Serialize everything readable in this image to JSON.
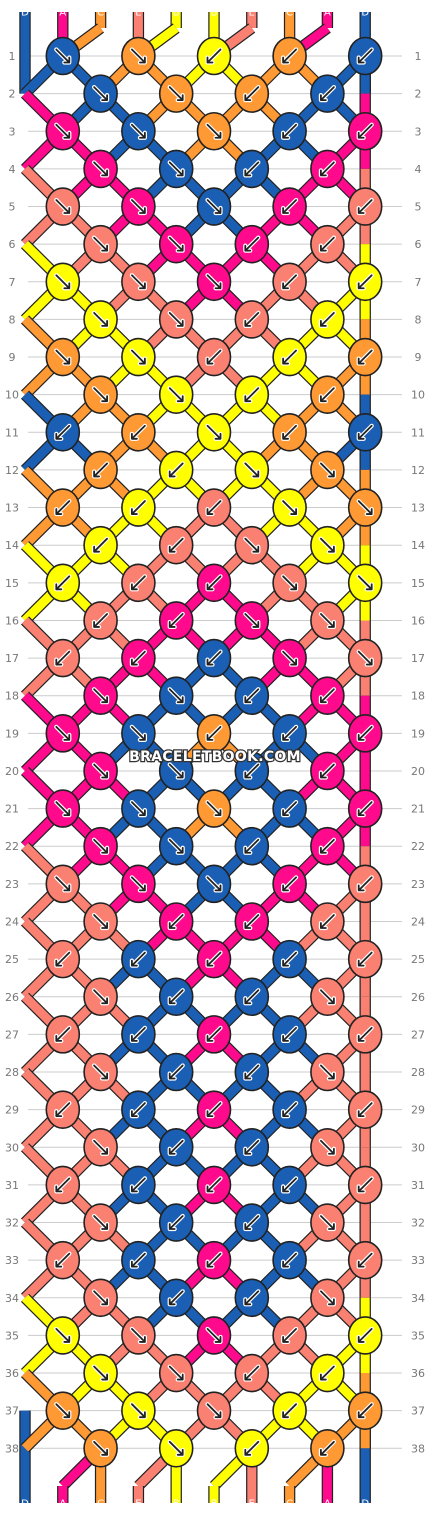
{
  "watermark": "BRACELETBOOK.COM",
  "colors": {
    "D": "#1a5fb4",
    "A": "#ff0a8c",
    "C": "#ff9933",
    "E": "#fa8072",
    "B": "#ffff00"
  },
  "strings": {
    "top": [
      "D",
      "A",
      "C",
      "E",
      "B",
      "B",
      "E",
      "C",
      "A",
      "D"
    ],
    "bottom": [
      "D",
      "A",
      "C",
      "E",
      "B",
      "B",
      "E",
      "C",
      "A",
      "D"
    ]
  },
  "row_labels": [
    "1",
    "2",
    "3",
    "4",
    "5",
    "6",
    "7",
    "8",
    "9",
    "10",
    "11",
    "12",
    "13",
    "14",
    "15",
    "16",
    "17",
    "18",
    "19",
    "20",
    "21",
    "22",
    "23",
    "24",
    "25",
    "26",
    "27",
    "28",
    "29",
    "30",
    "31",
    "32",
    "33",
    "34",
    "35",
    "36",
    "37",
    "38"
  ],
  "knots": [
    [
      "D",
      "C",
      "B",
      "C",
      "D"
    ],
    [
      "D",
      "C",
      "C",
      "D"
    ],
    [
      "A",
      "D",
      "C",
      "D",
      "A"
    ],
    [
      "A",
      "D",
      "D",
      "A"
    ],
    [
      "E",
      "A",
      "D",
      "A",
      "E"
    ],
    [
      "E",
      "A",
      "A",
      "E"
    ],
    [
      "B",
      "E",
      "A",
      "E",
      "B"
    ],
    [
      "B",
      "E",
      "E",
      "B"
    ],
    [
      "C",
      "B",
      "E",
      "B",
      "C"
    ],
    [
      "C",
      "B",
      "B",
      "C"
    ],
    [
      "D",
      "C",
      "B",
      "C",
      "D"
    ],
    [
      "C",
      "B",
      "B",
      "C"
    ],
    [
      "C",
      "B",
      "E",
      "B",
      "C"
    ],
    [
      "B",
      "E",
      "E",
      "B"
    ],
    [
      "B",
      "E",
      "A",
      "E",
      "B"
    ],
    [
      "E",
      "A",
      "A",
      "E"
    ],
    [
      "E",
      "A",
      "D",
      "A",
      "E"
    ],
    [
      "A",
      "D",
      "D",
      "A"
    ],
    [
      "A",
      "D",
      "C",
      "D",
      "A"
    ],
    [
      "A",
      "D",
      "D",
      "A"
    ],
    [
      "A",
      "D",
      "C",
      "D",
      "A"
    ],
    [
      "A",
      "D",
      "D",
      "A"
    ],
    [
      "E",
      "A",
      "D",
      "A",
      "E"
    ],
    [
      "E",
      "A",
      "A",
      "E"
    ],
    [
      "E",
      "D",
      "A",
      "D",
      "E"
    ],
    [
      "E",
      "D",
      "D",
      "E"
    ],
    [
      "E",
      "D",
      "A",
      "D",
      "E"
    ],
    [
      "E",
      "D",
      "D",
      "E"
    ],
    [
      "E",
      "D",
      "A",
      "D",
      "E"
    ],
    [
      "E",
      "D",
      "D",
      "E"
    ],
    [
      "E",
      "D",
      "A",
      "D",
      "E"
    ],
    [
      "E",
      "D",
      "D",
      "E"
    ],
    [
      "E",
      "D",
      "A",
      "D",
      "E"
    ],
    [
      "E",
      "D",
      "D",
      "E"
    ],
    [
      "B",
      "E",
      "A",
      "E",
      "B"
    ],
    [
      "B",
      "E",
      "E",
      "B"
    ],
    [
      "C",
      "B",
      "E",
      "B",
      "C"
    ],
    [
      "C",
      "B",
      "B",
      "C"
    ]
  ],
  "arrows": [
    [
      "se",
      "se",
      "sw",
      "sw",
      "sw"
    ],
    [
      "se",
      "se",
      "sw",
      "sw"
    ],
    [
      "se",
      "se",
      "se",
      "sw",
      "sw"
    ],
    [
      "se",
      "se",
      "sw",
      "sw"
    ],
    [
      "se",
      "se",
      "se",
      "sw",
      "sw"
    ],
    [
      "se",
      "se",
      "sw",
      "sw"
    ],
    [
      "se",
      "se",
      "se",
      "sw",
      "sw"
    ],
    [
      "se",
      "se",
      "sw",
      "sw"
    ],
    [
      "se",
      "se",
      "sw",
      "sw",
      "sw"
    ],
    [
      "se",
      "se",
      "sw",
      "sw"
    ],
    [
      "sw",
      "sw",
      "se",
      "sw",
      "sw"
    ],
    [
      "sw",
      "sw",
      "se",
      "se"
    ],
    [
      "sw",
      "sw",
      "sw",
      "se",
      "se"
    ],
    [
      "sw",
      "sw",
      "se",
      "se"
    ],
    [
      "sw",
      "sw",
      "sw",
      "se",
      "se"
    ],
    [
      "sw",
      "sw",
      "se",
      "se"
    ],
    [
      "sw",
      "sw",
      "sw",
      "se",
      "se"
    ],
    [
      "se",
      "se",
      "sw",
      "sw"
    ],
    [
      "se",
      "se",
      "sw",
      "sw",
      "sw"
    ],
    [
      "se",
      "se",
      "sw",
      "sw"
    ],
    [
      "se",
      "se",
      "se",
      "sw",
      "sw"
    ],
    [
      "se",
      "se",
      "sw",
      "sw"
    ],
    [
      "se",
      "se",
      "se",
      "sw",
      "sw"
    ],
    [
      "se",
      "sw",
      "sw",
      "sw"
    ],
    [
      "sw",
      "sw",
      "sw",
      "sw",
      "sw"
    ],
    [
      "se",
      "sw",
      "sw",
      "se"
    ],
    [
      "sw",
      "sw",
      "sw",
      "sw",
      "sw"
    ],
    [
      "se",
      "sw",
      "sw",
      "se"
    ],
    [
      "sw",
      "sw",
      "sw",
      "sw",
      "sw"
    ],
    [
      "se",
      "sw",
      "sw",
      "se"
    ],
    [
      "sw",
      "sw",
      "sw",
      "sw",
      "sw"
    ],
    [
      "se",
      "sw",
      "sw",
      "se"
    ],
    [
      "sw",
      "sw",
      "sw",
      "sw",
      "sw"
    ],
    [
      "se",
      "sw",
      "sw",
      "se"
    ],
    [
      "se",
      "se",
      "se",
      "sw",
      "sw"
    ],
    [
      "se",
      "se",
      "sw",
      "sw"
    ],
    [
      "se",
      "se",
      "se",
      "sw",
      "sw"
    ],
    [
      "se",
      "se",
      "sw",
      "sw"
    ]
  ]
}
